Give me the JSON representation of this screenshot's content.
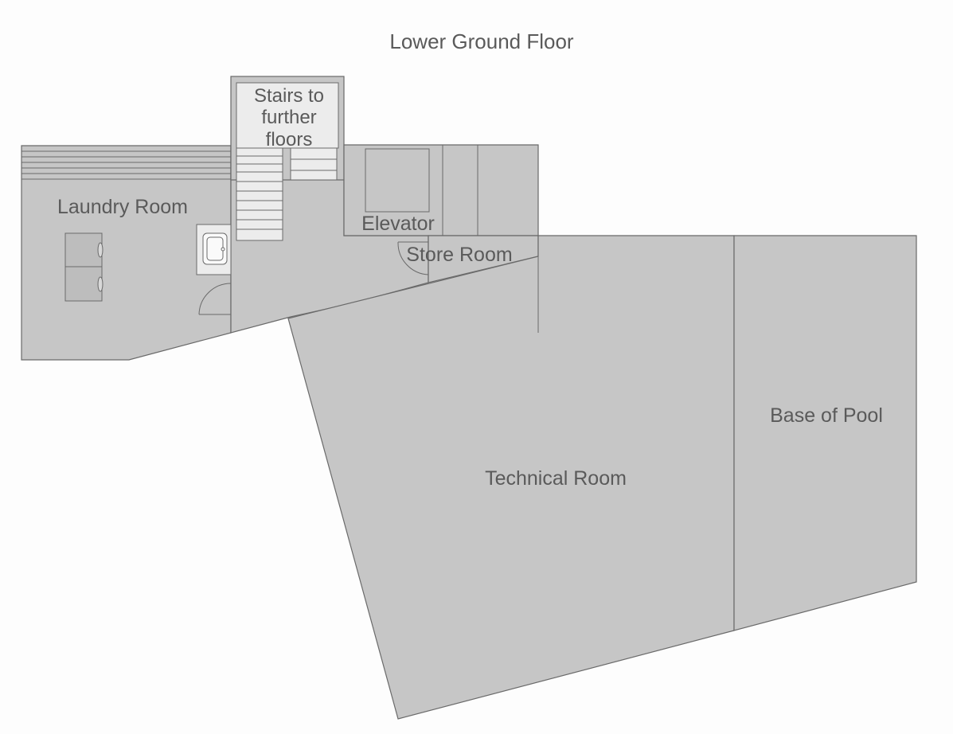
{
  "floor_plan": {
    "title": "Lower Ground Floor",
    "rooms": {
      "laundry": "Laundry Room",
      "stairs_line1": "Stairs to",
      "stairs_line2": "further",
      "stairs_line3": "floors",
      "elevator": "Elevator",
      "store": "Store Room",
      "technical": "Technical Room",
      "pool": "Base of Pool"
    },
    "colors": {
      "floor_fill": "#c6c6c6",
      "wall_line": "#6a6a6a",
      "fixture_fill": "#ececec",
      "label_text": "#5a5a5a"
    }
  }
}
